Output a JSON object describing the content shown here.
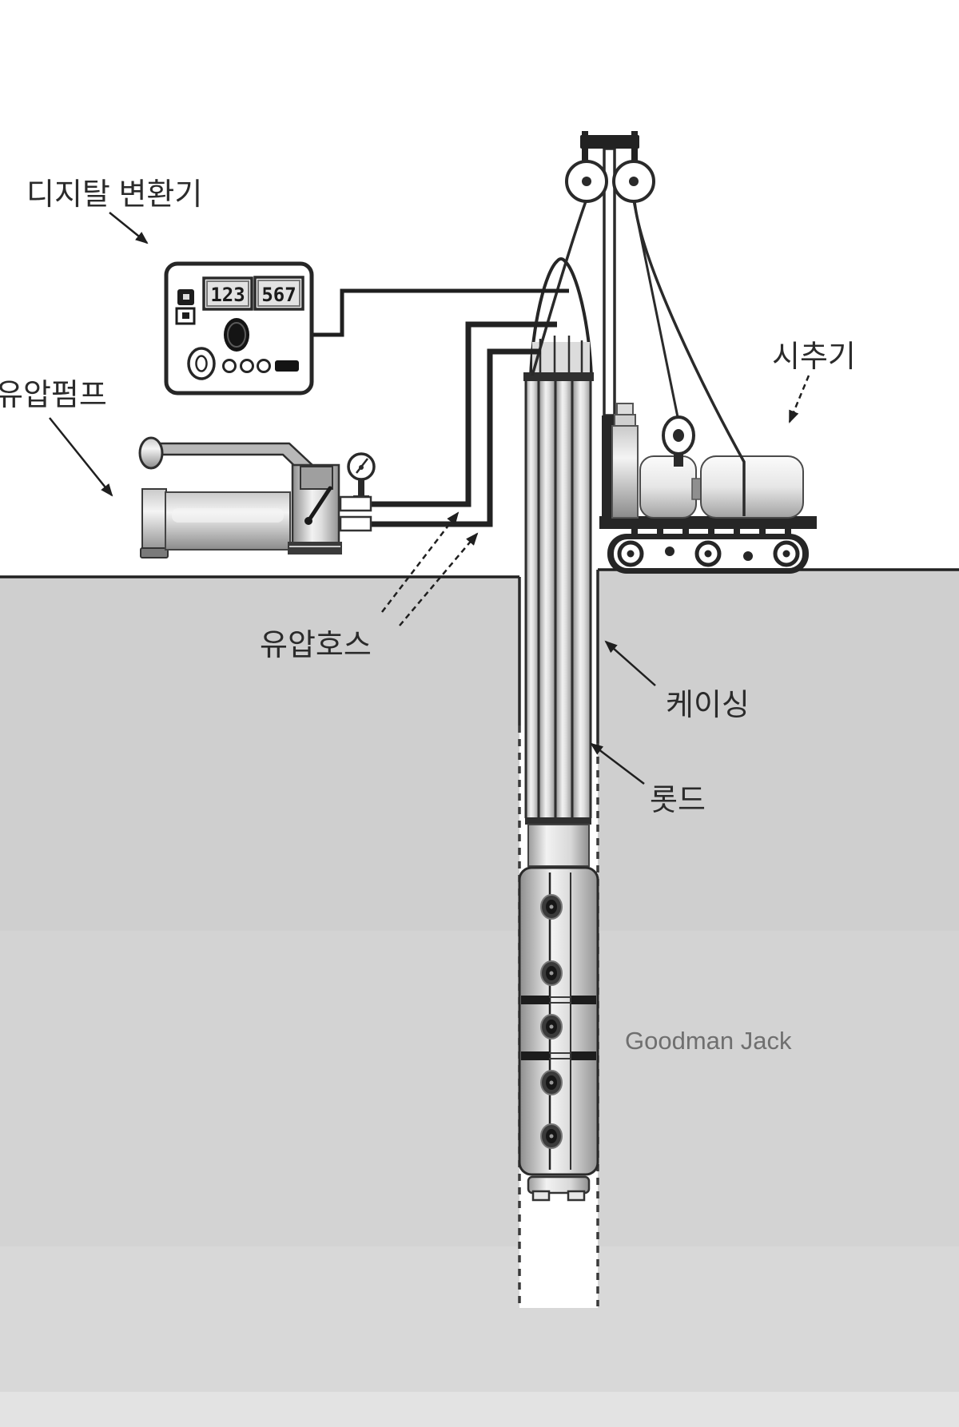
{
  "labels": {
    "digital_converter": "디지탈 변환기",
    "hydraulic_pump": "유압펌프",
    "hydraulic_hose": "유압호스",
    "drill_rig": "시추기",
    "casing": "케이싱",
    "rod": "롯드",
    "goodman_jack": "Goodman Jack"
  },
  "converter": {
    "display_left": "123",
    "display_right": "567"
  },
  "colors": {
    "line": "#262626",
    "ground": "#cfcfcf",
    "label_text": "#2b2b2b",
    "goodman_jack_text": "#6f6f6f"
  }
}
